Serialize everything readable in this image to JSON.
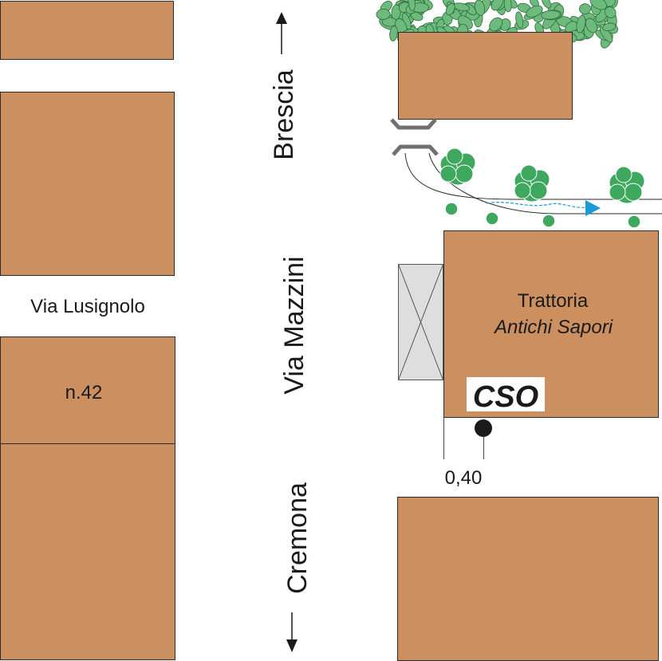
{
  "colors": {
    "building": "#cc9060",
    "outline": "#2b2b2b",
    "canopy": "#6dbb7c",
    "shrub": "#3fa85f",
    "stream": "#1b9ad6",
    "structure_fill": "#dedede",
    "gray_pipe": "#707070"
  },
  "streets": {
    "main": "Via Mazzini",
    "cross": "Via Lusignolo"
  },
  "directions": {
    "north": "Brescia",
    "south": "Cremona"
  },
  "buildings": {
    "restaurant_line1": "Trattoria",
    "restaurant_line2": "Antichi Sapori",
    "house_number": "n.42"
  },
  "markers": {
    "cso_label": "CSO",
    "offset_label": "0,40"
  },
  "icons": {
    "north": "arrow-up-icon",
    "south": "arrow-down-icon",
    "flow": "flow-arrow-icon",
    "cso": "point-marker-icon"
  }
}
